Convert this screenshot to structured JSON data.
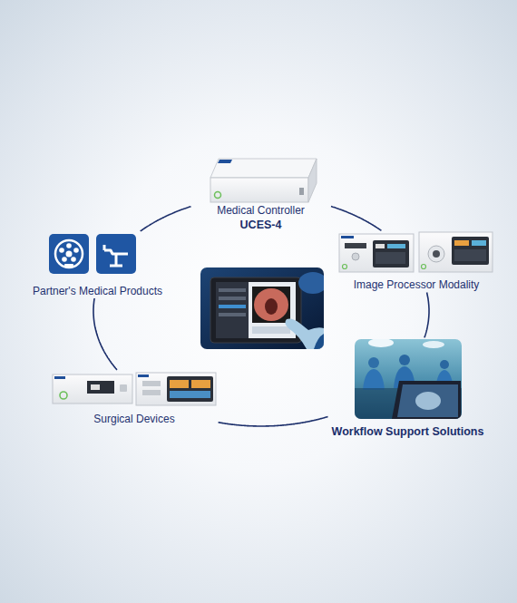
{
  "diagram": {
    "nodes": [
      {
        "text": [
          "Medical Controller",
          "UCES-4"
        ]
      },
      {
        "text": [
          "Image Processor Modality"
        ]
      },
      {
        "text": [
          "Workflow Support Solutions"
        ]
      },
      {
        "text": [
          "Surgical Devices"
        ]
      },
      {
        "text": [
          "Partner's Medical Products"
        ]
      }
    ],
    "edges": [
      {
        "from": 0,
        "to": 1,
        "arrow": "none"
      },
      {
        "from": 1,
        "to": 2,
        "arrow": "none"
      },
      {
        "from": 2,
        "to": 3,
        "arrow": "none"
      },
      {
        "from": 3,
        "to": 4,
        "arrow": "none"
      },
      {
        "from": 4,
        "to": 0,
        "arrow": "none"
      }
    ]
  }
}
